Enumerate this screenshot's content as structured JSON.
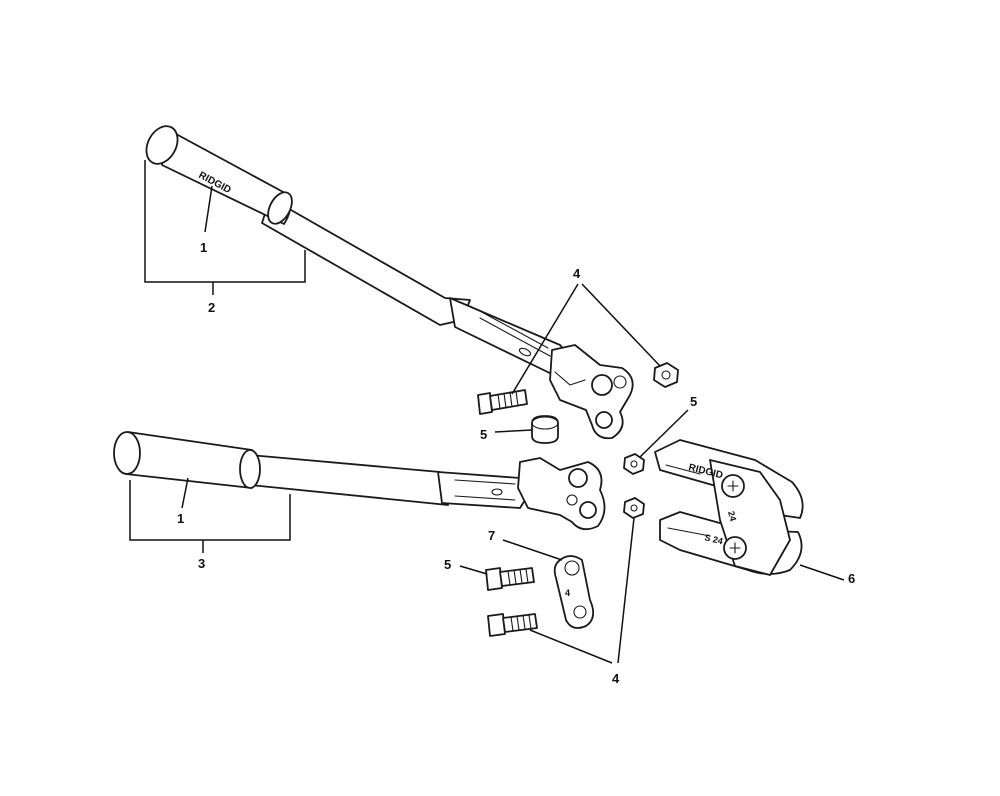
{
  "brand": {
    "handle_top": "RIDGID",
    "head": "RIDGID"
  },
  "head_stamps": {
    "upper": "24",
    "lower": "S 24"
  },
  "link_stamp": "4",
  "callouts": {
    "grip_upper": "1",
    "handle_upper": "2",
    "nut_top": "4",
    "spacer_left": "5",
    "nut_right": "5",
    "grip_lower": "1",
    "handle_lower": "3",
    "link": "7",
    "bolt_lower_small": "5",
    "head": "6",
    "bolt_bottom": "4"
  },
  "colors": {
    "line": "#1a1a1a",
    "fill": "#ffffff"
  }
}
